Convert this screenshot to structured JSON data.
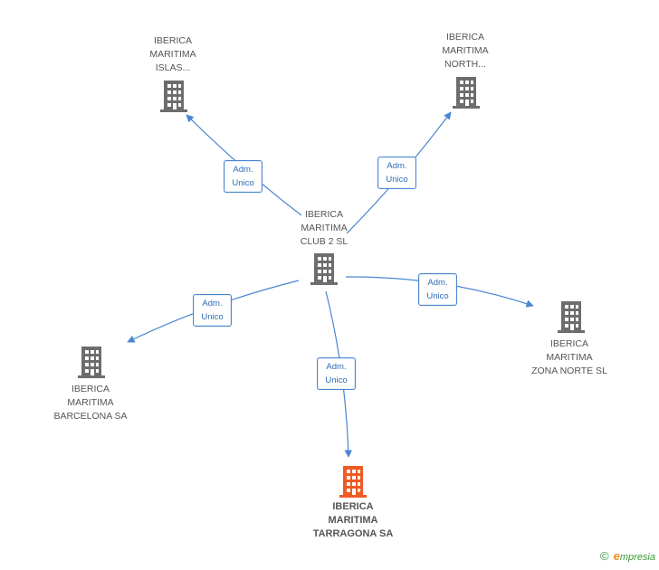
{
  "colors": {
    "edge": "#4a86d0",
    "building": "#6d6d6d",
    "building_focus": "#f05a23"
  },
  "nodes": [
    {
      "id": "center",
      "label": "IBERICA\nMARITIMA\nCLUB 2 SL",
      "icon": "building-icon"
    },
    {
      "id": "islas",
      "label": "IBERICA\nMARITIMA\nISLAS...",
      "icon": "building-icon"
    },
    {
      "id": "north",
      "label": "IBERICA\nMARITIMA\nNORTH...",
      "icon": "building-icon"
    },
    {
      "id": "zona",
      "label": "IBERICA\nMARITIMA\nZONA NORTE SL",
      "icon": "building-icon"
    },
    {
      "id": "barcelona",
      "label": "IBERICA\nMARITIMA\nBARCELONA SA",
      "icon": "building-icon"
    },
    {
      "id": "tarragona",
      "label": "IBERICA\nMARITIMA\nTARRAGONA SA",
      "icon": "building-icon",
      "focus": true
    }
  ],
  "edges": [
    {
      "to": "islas",
      "line1": "Adm.",
      "line2": "Unico"
    },
    {
      "to": "north",
      "line1": "Adm.",
      "line2": "Unico"
    },
    {
      "to": "zona",
      "line1": "Adm.",
      "line2": "Unico"
    },
    {
      "to": "barcelona",
      "line1": "Adm.",
      "line2": "Unico"
    },
    {
      "to": "tarragona",
      "line1": "Adm.",
      "line2": "Unico"
    }
  ],
  "brand": {
    "copyright": "©",
    "first_letter": "e",
    "rest": "mpresia"
  }
}
